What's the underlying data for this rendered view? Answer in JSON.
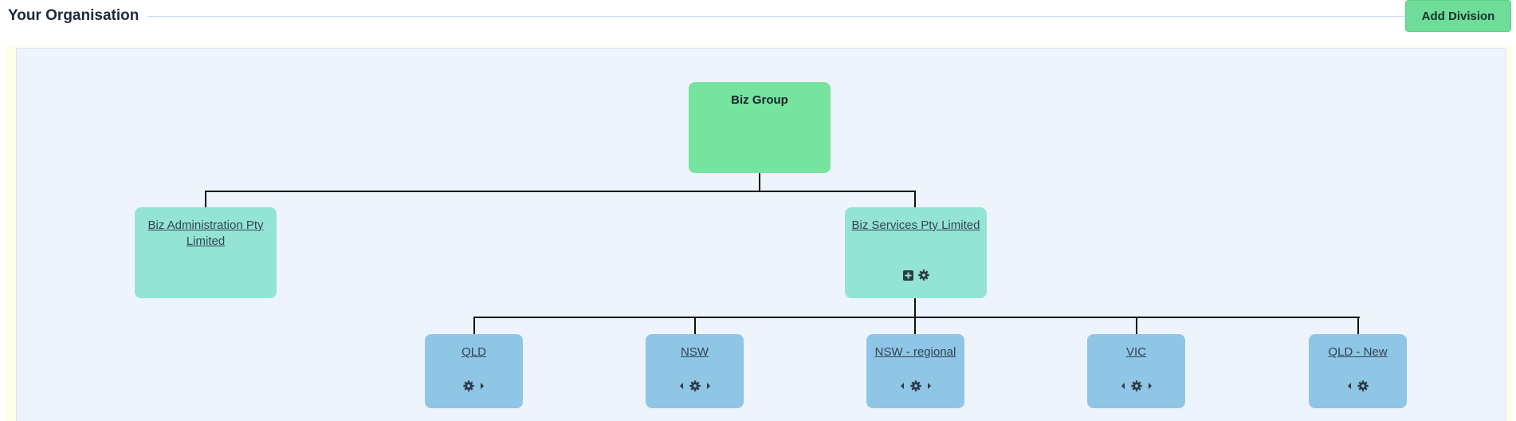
{
  "header": {
    "title": "Your Organisation",
    "add_button_label": "Add Division"
  },
  "org": {
    "root": {
      "label": "Biz Group"
    },
    "companies": [
      {
        "label": "Biz Administration Pty Limited"
      },
      {
        "label": "Biz Services Pty Limited",
        "icons": [
          "plus-square-icon",
          "gear-icon"
        ]
      }
    ],
    "divisions": [
      {
        "label": "QLD",
        "icons": [
          "gear-icon",
          "caret-right-icon"
        ]
      },
      {
        "label": "NSW",
        "icons": [
          "caret-left-icon",
          "gear-icon",
          "caret-right-icon"
        ]
      },
      {
        "label": "NSW - regional",
        "icons": [
          "caret-left-icon",
          "gear-icon",
          "caret-right-icon"
        ]
      },
      {
        "label": "VIC",
        "icons": [
          "caret-left-icon",
          "gear-icon",
          "caret-right-icon"
        ]
      },
      {
        "label": "QLD - New",
        "icons": [
          "caret-left-icon",
          "gear-icon"
        ]
      }
    ]
  },
  "colors": {
    "root_node": "#76e39e",
    "company_node": "#94e4d6",
    "division_node": "#8fc6e6",
    "add_button": "#6fdc9a"
  }
}
